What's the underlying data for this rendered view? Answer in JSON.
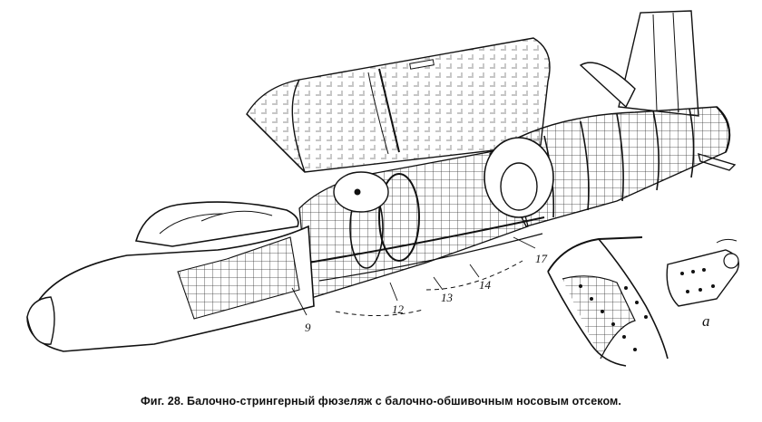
{
  "figure": {
    "labels": {
      "l9": "9",
      "l12": "12",
      "l13": "13",
      "l14": "14",
      "l17": "17",
      "la": "a"
    }
  },
  "caption": "Фиг. 28. Балочно-стрингерный фюзеляж с балочно-обшивочным носовым отсеком."
}
